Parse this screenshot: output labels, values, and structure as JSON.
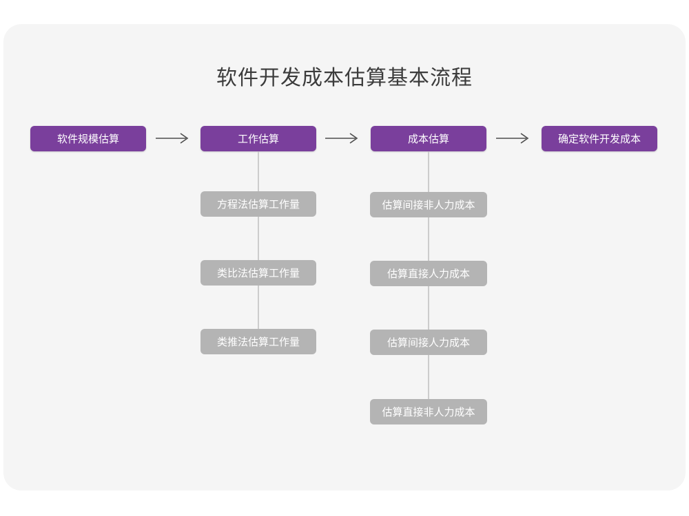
{
  "page": {
    "background": "#ffffff",
    "card_background": "#f5f5f5",
    "accent_color": "#7a3f9c",
    "secondary_color": "#b4b4b4",
    "connector_color": "#cccccc",
    "arrow_color": "#4d4d4d"
  },
  "title": "软件开发成本估算基本流程",
  "stages": [
    {
      "label": "软件规模估算"
    },
    {
      "label": "工作估算"
    },
    {
      "label": "成本估算"
    },
    {
      "label": "确定软件开发成本"
    }
  ],
  "arrows": [
    {
      "glyph": "arrow-right-icon"
    },
    {
      "glyph": "arrow-right-icon"
    },
    {
      "glyph": "arrow-right-icon"
    }
  ],
  "effort_branch": {
    "parent": "工作估算",
    "items": [
      {
        "label": "方程法估算工作量"
      },
      {
        "label": "类比法估算工作量"
      },
      {
        "label": "类推法估算工作量"
      }
    ]
  },
  "cost_branch": {
    "parent": "成本估算",
    "items": [
      {
        "label": "估算间接非人力成本"
      },
      {
        "label": "估算直接人力成本"
      },
      {
        "label": "估算间接人力成本"
      },
      {
        "label": "估算直接非人力成本"
      }
    ]
  }
}
